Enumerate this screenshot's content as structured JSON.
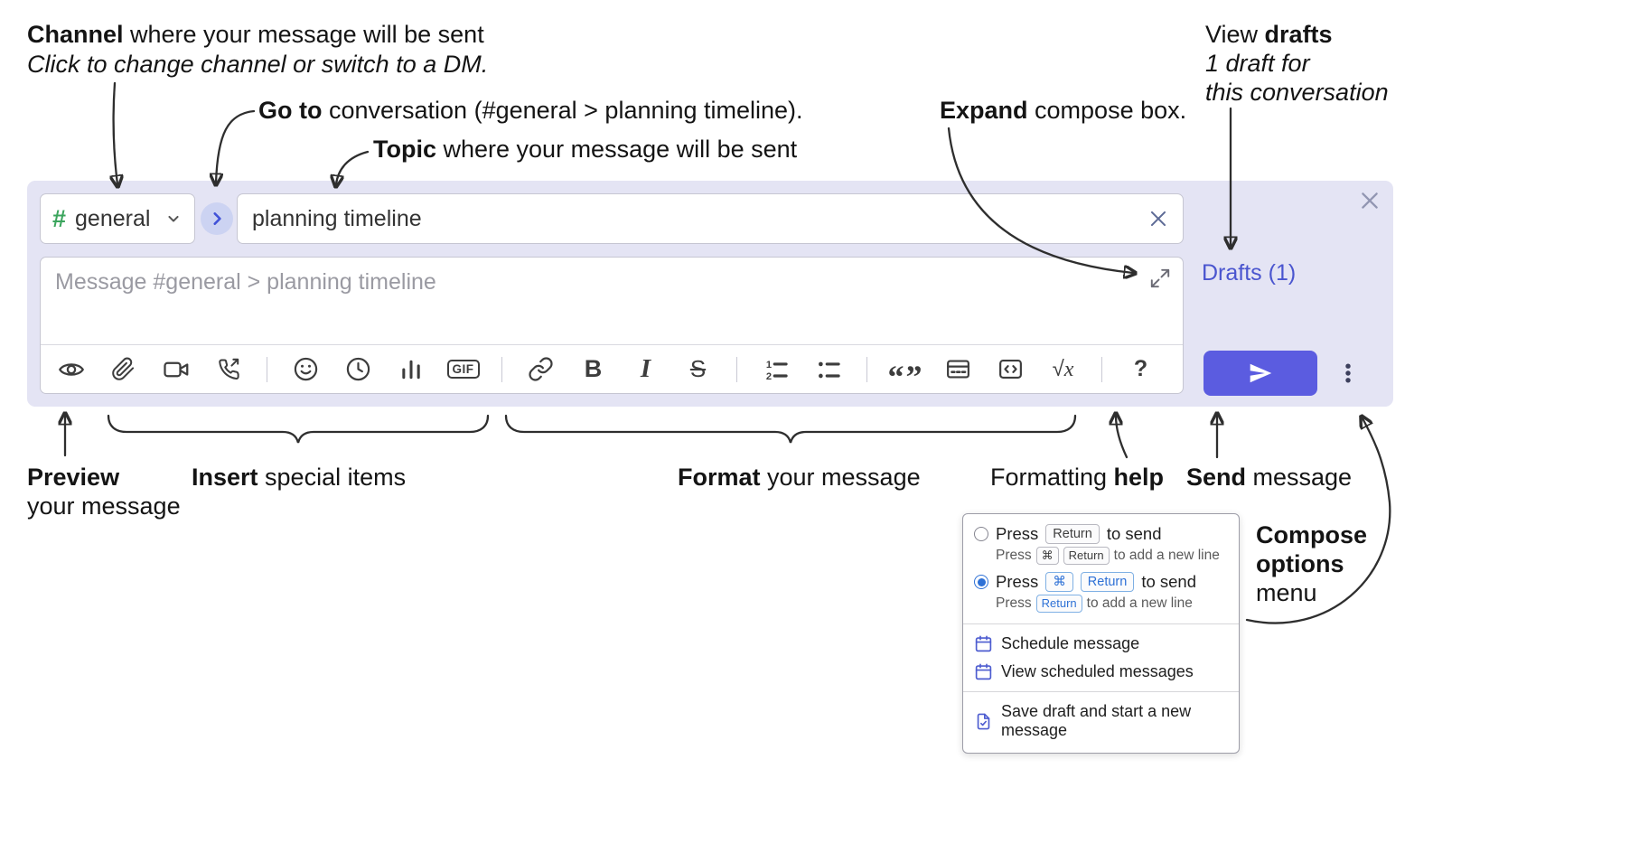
{
  "annotations": {
    "channel": {
      "bold": "Channel",
      "rest": " where your message will be sent",
      "sub": "Click to change channel or switch to a DM."
    },
    "goto": {
      "bold": "Go to",
      "rest": " conversation (#general > planning timeline)."
    },
    "topic": {
      "bold": "Topic",
      "rest": " where your message will be sent"
    },
    "expand": {
      "bold": "Expand",
      "rest": " compose box."
    },
    "view_drafts": {
      "pre": "View ",
      "bold": "drafts",
      "line2": "1 draft for",
      "line3": "this conversation"
    },
    "preview": {
      "bold": "Preview",
      "line2": "your message"
    },
    "insert": {
      "bold": "Insert",
      "rest": " special items"
    },
    "format": {
      "bold": "Format",
      "rest": " your message"
    },
    "formatting_help": {
      "pre": "Formatting ",
      "bold": "help"
    },
    "send": {
      "bold": "Send",
      "rest": " message"
    },
    "compose_options": {
      "line1": "Compose",
      "line2": "options",
      "line3": "menu"
    }
  },
  "compose": {
    "channel": {
      "hash": "#",
      "name": "general"
    },
    "topic": {
      "value": "planning timeline"
    },
    "message": {
      "placeholder": "Message #general > planning timeline"
    },
    "drafts_link": "Drafts (1)",
    "toolbar": {
      "gif": "GIF",
      "bold": "B",
      "italic": "I",
      "strike": "S",
      "quote": "“”",
      "math_root": "√",
      "math_x": "x",
      "help": "?"
    }
  },
  "popup": {
    "option_return": {
      "press": "Press",
      "key": "Return",
      "rest": "to send",
      "sub_press": "Press",
      "sub_key_cmd": "⌘",
      "sub_key_return": "Return",
      "sub_rest": "to add a new line"
    },
    "option_cmd_return": {
      "press": "Press",
      "key_cmd": "⌘",
      "key_return": "Return",
      "rest": "to send",
      "sub_press": "Press",
      "sub_key_return": "Return",
      "sub_rest": "to add a new line"
    },
    "schedule": "Schedule message",
    "view_scheduled": "View scheduled messages",
    "save_draft": "Save draft and start a new message"
  },
  "colors": {
    "accent": "#5b5ce0",
    "link": "#4a55cf",
    "compose_bg": "#e4e4f4",
    "key_blue": "#2e71d6",
    "hash_green": "#3ba55d",
    "menu_icon": "#4d5cd0"
  }
}
